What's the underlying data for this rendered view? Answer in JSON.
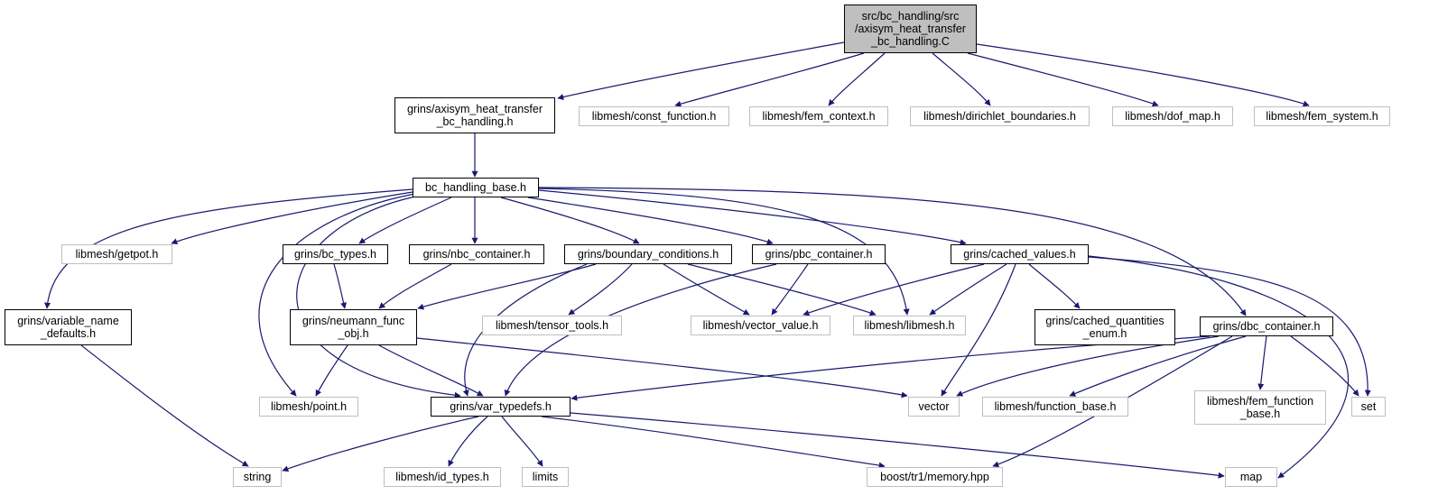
{
  "colors": {
    "edge": "#191970",
    "documented_border": "#000000",
    "external_border": "#bfbfbf",
    "root_fill": "#bfbfbf"
  },
  "nodes": [
    {
      "id": "root",
      "kind": "root",
      "lines": [
        "src/bc_handling/src",
        "/axisym_heat_transfer",
        "_bc_handling.C"
      ]
    },
    {
      "id": "axisym_h",
      "kind": "doc",
      "lines": [
        "grins/axisym_heat_transfer",
        "_bc_handling.h"
      ]
    },
    {
      "id": "const_function",
      "kind": "ext",
      "lines": [
        "libmesh/const_function.h"
      ]
    },
    {
      "id": "fem_context",
      "kind": "ext",
      "lines": [
        "libmesh/fem_context.h"
      ]
    },
    {
      "id": "dirichlet",
      "kind": "ext",
      "lines": [
        "libmesh/dirichlet_boundaries.h"
      ]
    },
    {
      "id": "dof_map",
      "kind": "ext",
      "lines": [
        "libmesh/dof_map.h"
      ]
    },
    {
      "id": "fem_system",
      "kind": "ext",
      "lines": [
        "libmesh/fem_system.h"
      ]
    },
    {
      "id": "bc_base",
      "kind": "doc",
      "lines": [
        "bc_handling_base.h"
      ]
    },
    {
      "id": "getpot",
      "kind": "ext",
      "lines": [
        "libmesh/getpot.h"
      ]
    },
    {
      "id": "bc_types",
      "kind": "doc",
      "lines": [
        "grins/bc_types.h"
      ]
    },
    {
      "id": "nbc",
      "kind": "doc",
      "lines": [
        "grins/nbc_container.h"
      ]
    },
    {
      "id": "boundary",
      "kind": "doc",
      "lines": [
        "grins/boundary_conditions.h"
      ]
    },
    {
      "id": "pbc",
      "kind": "doc",
      "lines": [
        "grins/pbc_container.h"
      ]
    },
    {
      "id": "cached_values",
      "kind": "doc",
      "lines": [
        "grins/cached_values.h"
      ]
    },
    {
      "id": "var_name",
      "kind": "doc",
      "lines": [
        "grins/variable_name",
        "_defaults.h"
      ]
    },
    {
      "id": "neumann",
      "kind": "doc",
      "lines": [
        "grins/neumann_func",
        "_obj.h"
      ]
    },
    {
      "id": "tensor",
      "kind": "ext",
      "lines": [
        "libmesh/tensor_tools.h"
      ]
    },
    {
      "id": "vector_value",
      "kind": "ext",
      "lines": [
        "libmesh/vector_value.h"
      ]
    },
    {
      "id": "libmesh",
      "kind": "ext",
      "lines": [
        "libmesh/libmesh.h"
      ]
    },
    {
      "id": "cached_q",
      "kind": "doc",
      "lines": [
        "grins/cached_quantities",
        "_enum.h"
      ]
    },
    {
      "id": "dbc",
      "kind": "doc",
      "lines": [
        "grins/dbc_container.h"
      ]
    },
    {
      "id": "point",
      "kind": "ext",
      "lines": [
        "libmesh/point.h"
      ]
    },
    {
      "id": "var_typedefs",
      "kind": "doc",
      "lines": [
        "grins/var_typedefs.h"
      ]
    },
    {
      "id": "vector",
      "kind": "ext",
      "lines": [
        "vector"
      ]
    },
    {
      "id": "function_base",
      "kind": "ext",
      "lines": [
        "libmesh/function_base.h"
      ]
    },
    {
      "id": "fem_function",
      "kind": "ext",
      "lines": [
        "libmesh/fem_function",
        "_base.h"
      ]
    },
    {
      "id": "set",
      "kind": "ext",
      "lines": [
        "set"
      ]
    },
    {
      "id": "string",
      "kind": "ext",
      "lines": [
        "string"
      ]
    },
    {
      "id": "id_types",
      "kind": "ext",
      "lines": [
        "libmesh/id_types.h"
      ]
    },
    {
      "id": "limits",
      "kind": "ext",
      "lines": [
        "limits"
      ]
    },
    {
      "id": "memory",
      "kind": "ext",
      "lines": [
        "boost/tr1/memory.hpp"
      ]
    },
    {
      "id": "map",
      "kind": "ext",
      "lines": [
        "map"
      ]
    }
  ],
  "edges": [
    {
      "from": "root",
      "to": "axisym_h"
    },
    {
      "from": "root",
      "to": "const_function"
    },
    {
      "from": "root",
      "to": "fem_context"
    },
    {
      "from": "root",
      "to": "dirichlet"
    },
    {
      "from": "root",
      "to": "dof_map"
    },
    {
      "from": "root",
      "to": "fem_system"
    },
    {
      "from": "axisym_h",
      "to": "bc_base"
    },
    {
      "from": "bc_base",
      "to": "var_name"
    },
    {
      "from": "bc_base",
      "to": "getpot"
    },
    {
      "from": "bc_base",
      "to": "point"
    },
    {
      "from": "bc_base",
      "to": "var_typedefs"
    },
    {
      "from": "bc_base",
      "to": "bc_types"
    },
    {
      "from": "bc_base",
      "to": "nbc"
    },
    {
      "from": "bc_base",
      "to": "boundary"
    },
    {
      "from": "bc_base",
      "to": "pbc"
    },
    {
      "from": "bc_base",
      "to": "cached_values"
    },
    {
      "from": "bc_base",
      "to": "libmesh"
    },
    {
      "from": "bc_base",
      "to": "dbc"
    },
    {
      "from": "var_name",
      "to": "string"
    },
    {
      "from": "bc_types",
      "to": "neumann"
    },
    {
      "from": "nbc",
      "to": "neumann"
    },
    {
      "from": "boundary",
      "to": "neumann"
    },
    {
      "from": "boundary",
      "to": "var_typedefs"
    },
    {
      "from": "boundary",
      "to": "tensor"
    },
    {
      "from": "boundary",
      "to": "vector_value"
    },
    {
      "from": "boundary",
      "to": "libmesh"
    },
    {
      "from": "pbc",
      "to": "var_typedefs"
    },
    {
      "from": "pbc",
      "to": "vector_value"
    },
    {
      "from": "cached_values",
      "to": "vector_value"
    },
    {
      "from": "cached_values",
      "to": "libmesh"
    },
    {
      "from": "cached_values",
      "to": "cached_q"
    },
    {
      "from": "cached_values",
      "to": "vector"
    },
    {
      "from": "cached_values",
      "to": "set"
    },
    {
      "from": "cached_values",
      "to": "map"
    },
    {
      "from": "neumann",
      "to": "point"
    },
    {
      "from": "neumann",
      "to": "var_typedefs"
    },
    {
      "from": "neumann",
      "to": "vector"
    },
    {
      "from": "dbc",
      "to": "var_typedefs"
    },
    {
      "from": "dbc",
      "to": "vector"
    },
    {
      "from": "dbc",
      "to": "function_base"
    },
    {
      "from": "dbc",
      "to": "fem_function"
    },
    {
      "from": "dbc",
      "to": "set"
    },
    {
      "from": "dbc",
      "to": "memory"
    },
    {
      "from": "var_typedefs",
      "to": "string"
    },
    {
      "from": "var_typedefs",
      "to": "id_types"
    },
    {
      "from": "var_typedefs",
      "to": "limits"
    },
    {
      "from": "var_typedefs",
      "to": "memory"
    },
    {
      "from": "var_typedefs",
      "to": "map"
    }
  ]
}
